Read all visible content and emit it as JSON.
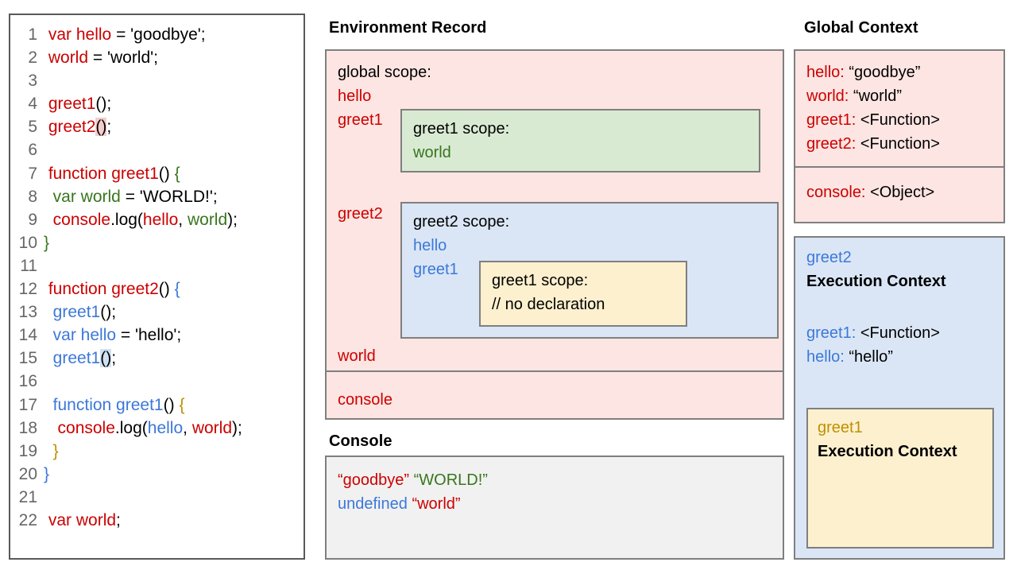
{
  "code_panel": {
    "lines": [
      {
        "num": "1",
        "tokens": [
          {
            "t": " ",
            "c": "black"
          },
          {
            "t": "var hello",
            "c": "red"
          },
          {
            "t": " = 'goodbye';",
            "c": "black"
          }
        ]
      },
      {
        "num": "2",
        "tokens": [
          {
            "t": " ",
            "c": "black"
          },
          {
            "t": "world",
            "c": "red"
          },
          {
            "t": " = 'world';",
            "c": "black"
          }
        ]
      },
      {
        "num": "3",
        "tokens": []
      },
      {
        "num": "4",
        "tokens": [
          {
            "t": " ",
            "c": "black"
          },
          {
            "t": "greet1",
            "c": "red"
          },
          {
            "t": "();",
            "c": "black"
          }
        ]
      },
      {
        "num": "5",
        "tokens": [
          {
            "t": " ",
            "c": "black"
          },
          {
            "t": "greet2",
            "c": "red"
          },
          {
            "t": "()",
            "c": "black",
            "hl": "hl-red"
          },
          {
            "t": ";",
            "c": "black"
          }
        ]
      },
      {
        "num": "6",
        "tokens": []
      },
      {
        "num": "7",
        "tokens": [
          {
            "t": " ",
            "c": "black"
          },
          {
            "t": "function greet1",
            "c": "red"
          },
          {
            "t": "() ",
            "c": "black"
          },
          {
            "t": "{",
            "c": "green"
          }
        ]
      },
      {
        "num": "8",
        "tokens": [
          {
            "t": "  ",
            "c": "black"
          },
          {
            "t": "var world",
            "c": "green"
          },
          {
            "t": " = 'WORLD!';",
            "c": "black"
          }
        ]
      },
      {
        "num": "9",
        "tokens": [
          {
            "t": "  ",
            "c": "black"
          },
          {
            "t": "console",
            "c": "red"
          },
          {
            "t": ".log(",
            "c": "black"
          },
          {
            "t": "hello",
            "c": "red"
          },
          {
            "t": ", ",
            "c": "black"
          },
          {
            "t": "world",
            "c": "green"
          },
          {
            "t": ");",
            "c": "black"
          }
        ]
      },
      {
        "num": "10",
        "tokens": [
          {
            "t": "",
            "c": "black"
          },
          {
            "t": "}",
            "c": "green"
          }
        ]
      },
      {
        "num": "11",
        "tokens": []
      },
      {
        "num": "12",
        "tokens": [
          {
            "t": " ",
            "c": "black"
          },
          {
            "t": "function greet2",
            "c": "red"
          },
          {
            "t": "() ",
            "c": "black"
          },
          {
            "t": "{",
            "c": "blue"
          }
        ]
      },
      {
        "num": "13",
        "tokens": [
          {
            "t": "  ",
            "c": "black"
          },
          {
            "t": "greet1",
            "c": "blue"
          },
          {
            "t": "();",
            "c": "black"
          }
        ]
      },
      {
        "num": "14",
        "tokens": [
          {
            "t": "  ",
            "c": "black"
          },
          {
            "t": "var hello",
            "c": "blue"
          },
          {
            "t": " = 'hello';",
            "c": "black"
          }
        ]
      },
      {
        "num": "15",
        "tokens": [
          {
            "t": "  ",
            "c": "black"
          },
          {
            "t": "greet1",
            "c": "blue"
          },
          {
            "t": "()",
            "c": "black",
            "hl": "hl-blue"
          },
          {
            "t": ";",
            "c": "black"
          }
        ]
      },
      {
        "num": "16",
        "tokens": []
      },
      {
        "num": "17",
        "tokens": [
          {
            "t": "  ",
            "c": "black"
          },
          {
            "t": "function greet1",
            "c": "blue"
          },
          {
            "t": "() ",
            "c": "black"
          },
          {
            "t": "{",
            "c": "gold"
          }
        ]
      },
      {
        "num": "18",
        "tokens": [
          {
            "t": "   ",
            "c": "black"
          },
          {
            "t": "console",
            "c": "red"
          },
          {
            "t": ".log(",
            "c": "black"
          },
          {
            "t": "hello",
            "c": "blue"
          },
          {
            "t": ", ",
            "c": "black"
          },
          {
            "t": "world",
            "c": "red"
          },
          {
            "t": ");",
            "c": "black"
          }
        ]
      },
      {
        "num": "19",
        "tokens": [
          {
            "t": "  ",
            "c": "black"
          },
          {
            "t": "}",
            "c": "gold"
          }
        ]
      },
      {
        "num": "20",
        "tokens": [
          {
            "t": "",
            "c": "black"
          },
          {
            "t": "}",
            "c": "blue"
          }
        ]
      },
      {
        "num": "21",
        "tokens": []
      },
      {
        "num": "22",
        "tokens": [
          {
            "t": " ",
            "c": "black"
          },
          {
            "t": "var world",
            "c": "red"
          },
          {
            "t": ";",
            "c": "black"
          }
        ]
      }
    ]
  },
  "environment_record": {
    "heading": "Environment Record",
    "global_scope": {
      "title": "global scope:",
      "hello": "hello",
      "greet1": "greet1",
      "greet2": "greet2",
      "world": "world"
    },
    "greet1_scope": {
      "title": "greet1 scope:",
      "item": "world"
    },
    "greet2_scope": {
      "title": "greet2 scope:",
      "item1": "hello",
      "item2": "greet1"
    },
    "greet1_inner_scope": {
      "title": "greet1 scope:",
      "item": "// no declaration"
    },
    "console_entry": "console"
  },
  "console_panel": {
    "heading": "Console",
    "lines": [
      [
        {
          "t": "“goodbye”",
          "c": "red"
        },
        {
          "t": " ",
          "c": "black"
        },
        {
          "t": "“WORLD!”",
          "c": "green"
        }
      ],
      [
        {
          "t": "undefined",
          "c": "blue"
        },
        {
          "t": " ",
          "c": "black"
        },
        {
          "t": "“world”",
          "c": "red"
        }
      ]
    ]
  },
  "global_context": {
    "heading": "Global Context",
    "vars": [
      [
        {
          "t": "hello: ",
          "c": "red"
        },
        {
          "t": "“goodbye”",
          "c": "black"
        }
      ],
      [
        {
          "t": "world: ",
          "c": "red"
        },
        {
          "t": "“world”",
          "c": "black"
        }
      ],
      [
        {
          "t": "greet1: ",
          "c": "red"
        },
        {
          "t": "<Function>",
          "c": "black"
        }
      ],
      [
        {
          "t": "greet2: ",
          "c": "red"
        },
        {
          "t": "<Function>",
          "c": "black"
        }
      ]
    ],
    "console_row": [
      {
        "t": "console: ",
        "c": "red"
      },
      {
        "t": "<Object>",
        "c": "black"
      }
    ]
  },
  "greet2_execution_context": {
    "name": "greet2",
    "subtitle": "Execution Context",
    "vars": [
      [
        {
          "t": "greet1: ",
          "c": "blue"
        },
        {
          "t": "<Function>",
          "c": "black"
        }
      ],
      [
        {
          "t": "hello: ",
          "c": "blue"
        },
        {
          "t": "“hello”",
          "c": "black"
        }
      ]
    ],
    "greet1_execution_context": {
      "name": "greet1",
      "subtitle": "Execution Context"
    }
  },
  "colors": {
    "red": "#cc0000",
    "green": "#38761d",
    "blue": "#3c78d8",
    "gold": "#bf9000",
    "pink_bg": "#fce5e2",
    "green_bg": "#d9ead3",
    "blue_bg": "#dae6f6",
    "yellow_bg": "#fdf0ce",
    "console_bg": "#f1f1f1",
    "border": "#7f7f7f"
  }
}
